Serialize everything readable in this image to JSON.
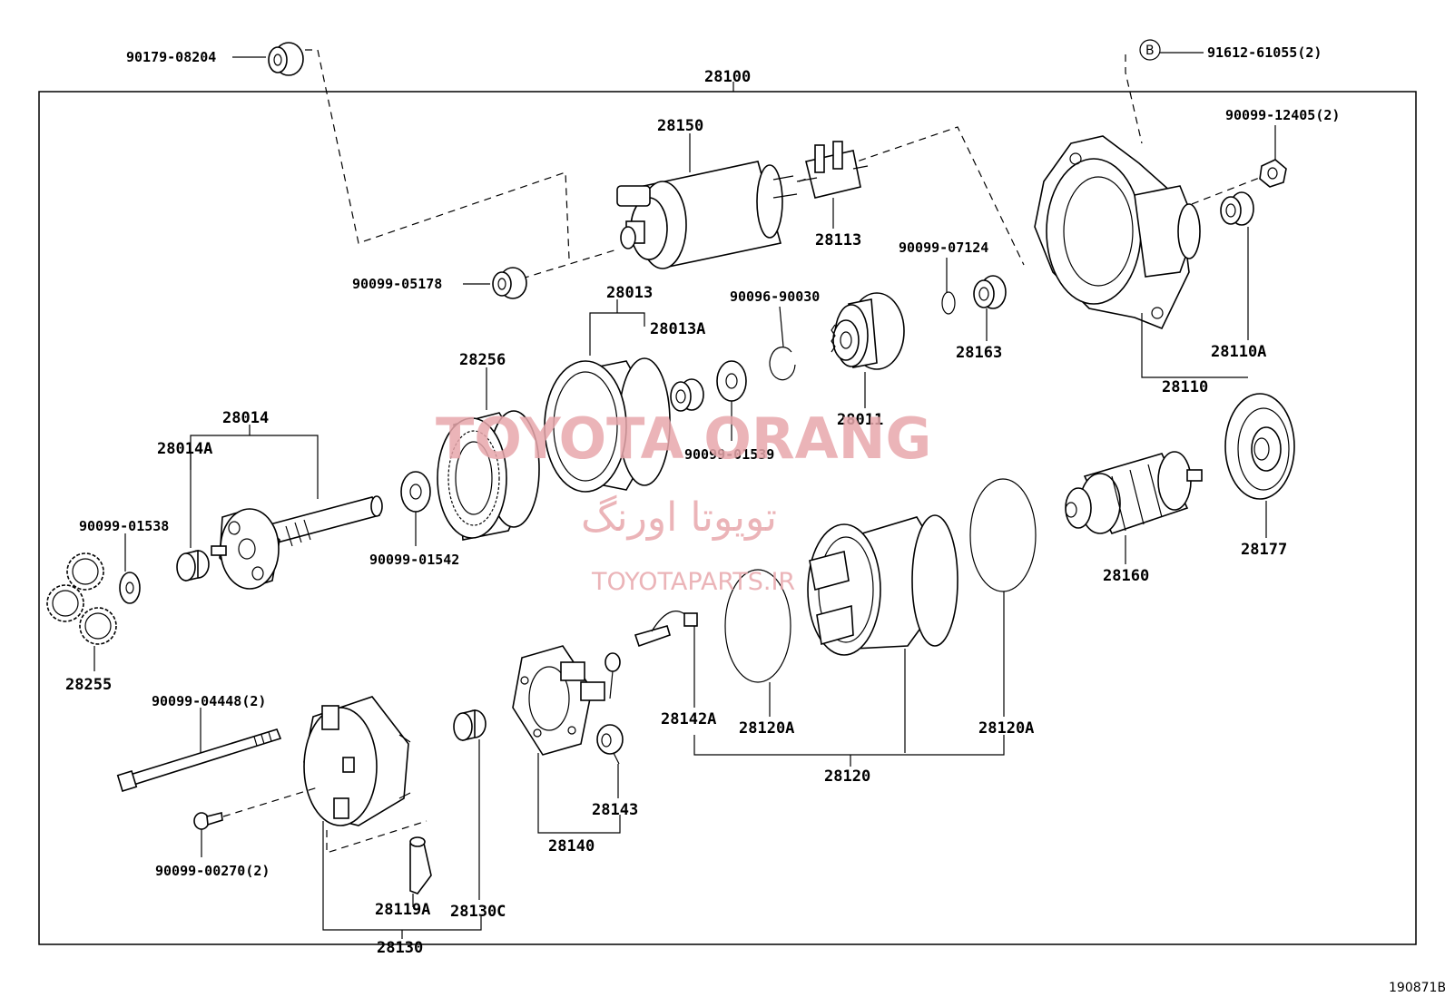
{
  "diagram": {
    "assembly_label": "28100",
    "figure_ref": "190871B",
    "callout_letter": "B",
    "watermark": {
      "brand": "TOYOTA ORANG",
      "persian": "تویوتا اورنگ",
      "site": "TOYOTAPARTS.IR"
    },
    "parts": {
      "p90179_08204": "90179-08204",
      "p91612_61055": "91612-61055(2)",
      "p28150": "28150",
      "p90099_12405": "90099-12405(2)",
      "p28113": "28113",
      "p90099_07124": "90099-07124",
      "p90099_05178": "90099-05178",
      "p28013": "28013",
      "p90096_90030": "90096-90030",
      "p28013A": "28013A",
      "p28256": "28256",
      "p28163": "28163",
      "p28110A": "28110A",
      "p28110": "28110",
      "p28011": "28011",
      "p28014": "28014",
      "p28014A": "28014A",
      "p90099_01539": "90099-01539",
      "p90099_01538": "90099-01538",
      "p90099_01542": "90099-01542",
      "p28177": "28177",
      "p28160": "28160",
      "p28255": "28255",
      "p90099_04448": "90099-04448(2)",
      "p28142A": "28142A",
      "p28120A_1": "28120A",
      "p28120A_2": "28120A",
      "p28120": "28120",
      "p28143": "28143",
      "p28140": "28140",
      "p90099_00270": "90099-00270(2)",
      "p28119A": "28119A",
      "p28130C": "28130C",
      "p28130": "28130"
    }
  }
}
